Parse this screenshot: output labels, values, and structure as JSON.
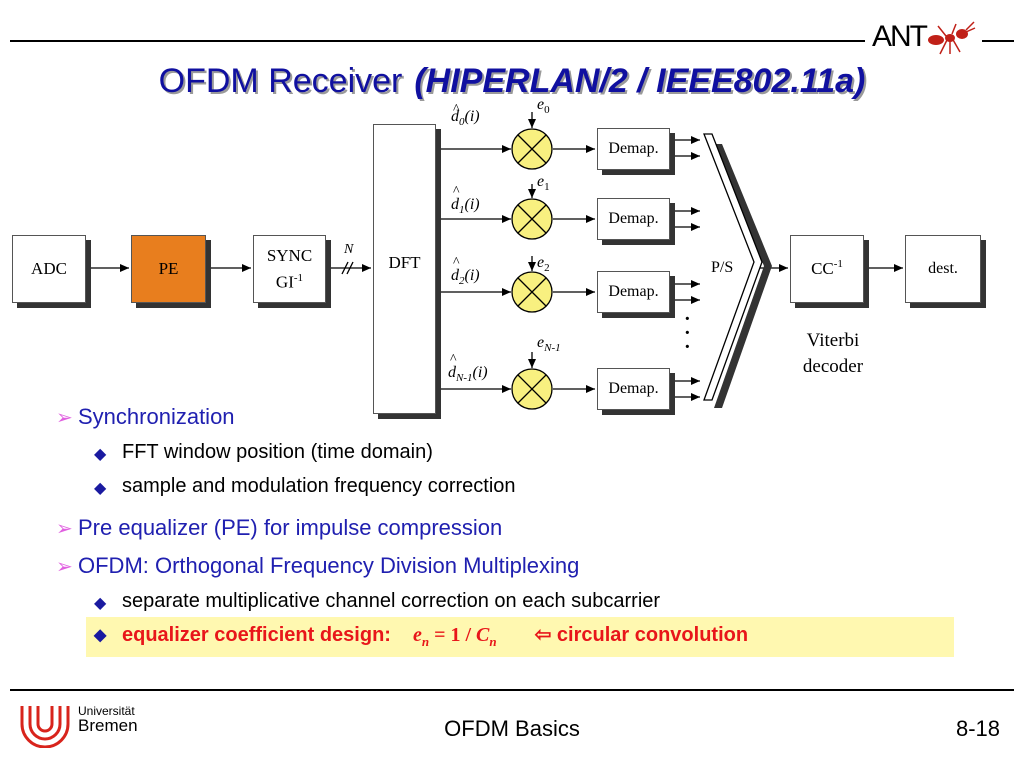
{
  "header": {
    "logo": "ANT",
    "title_main": "OFDM Receiver",
    "title_sub": "(HIPERLAN/2 / IEEE802.11a)"
  },
  "diagram": {
    "adc": "ADC",
    "pe": "PE",
    "sync_line1": "SYNC",
    "sync_line2": "GI",
    "sync_sup": "-1",
    "n_label": "N",
    "dft": "DFT",
    "d_labels": [
      {
        "hat": "^",
        "d": "d",
        "sub": "0",
        "arg": "(i)"
      },
      {
        "hat": "^",
        "d": "d",
        "sub": "1",
        "arg": "(i)"
      },
      {
        "hat": "^",
        "d": "d",
        "sub": "2",
        "arg": "(i)"
      },
      {
        "hat": "^",
        "d": "d",
        "sub": "N-1",
        "arg": "(i)"
      }
    ],
    "e_labels": [
      {
        "e": "e",
        "sub": "0"
      },
      {
        "e": "e",
        "sub": "1"
      },
      {
        "e": "e",
        "sub": "2"
      },
      {
        "e": "e",
        "sub": "N-1"
      }
    ],
    "demap": [
      "Demap.",
      "Demap.",
      "Demap.",
      "Demap."
    ],
    "ps": "P/S",
    "cc": "CC",
    "cc_sup": "-1",
    "dest": "dest.",
    "viterbi_line1": "Viterbi",
    "viterbi_line2": "decoder",
    "dots": "·"
  },
  "bullets": {
    "sync": "Synchronization",
    "sync_sub1": "FFT window position (time domain)",
    "sync_sub2": "sample and modulation frequency correction",
    "pe": "Pre equalizer (PE) for impulse compression",
    "ofdm": "OFDM: Orthogonal Frequency Division Multiplexing",
    "ofdm_sub1": "separate multiplicative channel correction on each subcarrier",
    "ofdm_sub2": "equalizer coefficient design:",
    "eq_e": "e",
    "eq_n": "n",
    "eq_mid": " = 1 / ",
    "eq_c": "C",
    "eq_n2": "n",
    "eq_tail": "⇦ circular convolution"
  },
  "footer": {
    "uni_line1": "Universität",
    "uni_line2": "Bremen",
    "center": "OFDM Basics",
    "page": "8-18"
  },
  "colors": {
    "title_blue": "#1010a0",
    "pe_orange": "#e87e1e",
    "multiplier_yellow": "#f8f080",
    "highlight_red": "#e8161a",
    "uni_red": "#d8241c"
  }
}
